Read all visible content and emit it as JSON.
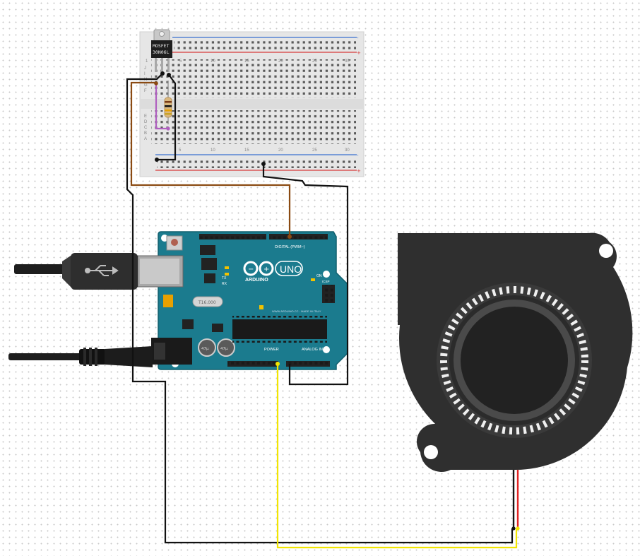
{
  "mosfet": {
    "line1": "MOSFET",
    "line2": "30N06L"
  },
  "breadboard": {
    "row_letters_top": [
      "J",
      "I",
      "H",
      "G",
      "F"
    ],
    "row_letters_bottom": [
      "E",
      "D",
      "C",
      "B",
      "A"
    ],
    "column_numbers": [
      "1",
      "5",
      "10",
      "15",
      "20",
      "25",
      "30"
    ]
  },
  "arduino": {
    "brand": "ARDUINO",
    "model": "UNO",
    "digital_label": "DIGITAL (PWM~)",
    "power_label": "POWER",
    "analog_label": "ANALOG IN",
    "crystal": "T16.000",
    "icsp_label": "ICSP",
    "on_label": "ON",
    "tx_label": "TX",
    "rx_label": "RX",
    "website": "WWW.ARDUINO.CC - MADE IN ITALY",
    "cap_label_1": "47µ",
    "cap_label_2": "47µ"
  },
  "wires": {
    "gnd": "#111111",
    "signal": "#8a4a12",
    "power_5v": "#f2e600",
    "fan_positive": "#e22222",
    "resistor_link": "#b060c0"
  },
  "icons": [
    "usb-icon",
    "arduino-infinity-logo",
    "fan-blower"
  ]
}
